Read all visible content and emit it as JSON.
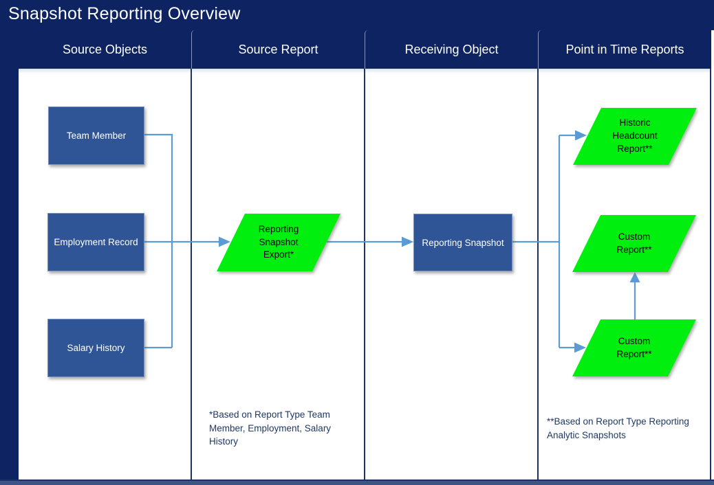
{
  "title": "Snapshot Reporting Overview",
  "columns": [
    {
      "header": "Source Objects"
    },
    {
      "header": "Source Report"
    },
    {
      "header": "Receiving Object"
    },
    {
      "header": "Point in Time Reports"
    }
  ],
  "nodes": {
    "team_member": {
      "label": "Team Member",
      "shape": "rectangle",
      "column": "Source Objects"
    },
    "employment_record": {
      "label": "Employment Record",
      "shape": "rectangle",
      "column": "Source Objects"
    },
    "salary_history": {
      "label": "Salary History",
      "shape": "rectangle",
      "column": "Source Objects"
    },
    "reporting_snapshot_export": {
      "label": "Reporting Snapshot Export*",
      "shape": "parallelogram",
      "column": "Source Report"
    },
    "reporting_snapshot": {
      "label": "Reporting Snapshot",
      "shape": "rectangle",
      "column": "Receiving Object"
    },
    "historic_headcount_report": {
      "label": "Historic Headcount Report**",
      "shape": "parallelogram",
      "column": "Point in Time Reports"
    },
    "custom_report_middle": {
      "label": "Custom Report**",
      "shape": "parallelogram",
      "column": "Point in Time Reports"
    },
    "custom_report_bottom": {
      "label": "Custom Report**",
      "shape": "parallelogram",
      "column": "Point in Time Reports"
    }
  },
  "edges": [
    {
      "from": "team_member",
      "to": "reporting_snapshot_export"
    },
    {
      "from": "employment_record",
      "to": "reporting_snapshot_export"
    },
    {
      "from": "salary_history",
      "to": "reporting_snapshot_export"
    },
    {
      "from": "reporting_snapshot_export",
      "to": "reporting_snapshot"
    },
    {
      "from": "reporting_snapshot",
      "to": "historic_headcount_report"
    },
    {
      "from": "reporting_snapshot",
      "to": "custom_report_bottom"
    },
    {
      "from": "custom_report_bottom",
      "to": "custom_report_middle"
    }
  ],
  "footnotes": {
    "source_report": "*Based on Report Type Team Member, Employment, Salary History",
    "point_in_time": "**Based on Report Type Reporting Analytic Snapshots"
  },
  "colors": {
    "navy": "#0d2362",
    "box_blue": "#2f5597",
    "green": "#00ef0e",
    "connector_blue": "#5b9bd5",
    "footnote_text": "#1f3864"
  }
}
